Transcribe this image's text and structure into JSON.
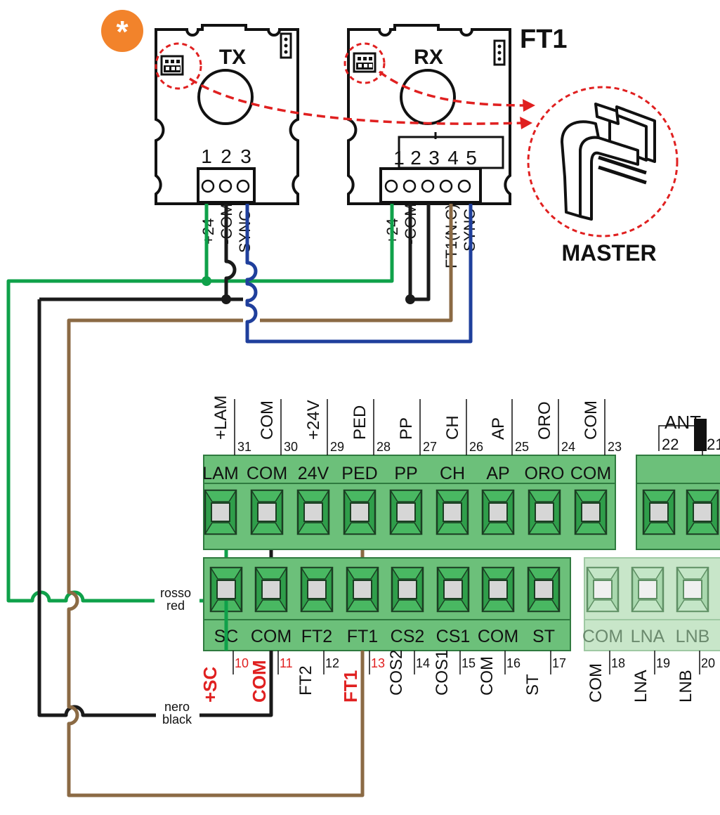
{
  "title": "FT1",
  "badge": "*",
  "tx": {
    "label": "TX",
    "terminal_numbers": [
      "1",
      "2",
      "3"
    ],
    "wire_labels": [
      "+24",
      "-COM",
      "SYNC"
    ]
  },
  "rx": {
    "label": "RX",
    "terminal_numbers": [
      "1",
      "2",
      "3",
      "4",
      "5"
    ],
    "wire_labels": [
      "+24",
      "-COM",
      "FT1(N.C)",
      "SYNC"
    ]
  },
  "master": {
    "label": "MASTER"
  },
  "ant": {
    "label": "ANT",
    "numbers": [
      "22",
      "21"
    ]
  },
  "top_block": {
    "above_labels": [
      "+LAM",
      "COM",
      "+24V",
      "PED",
      "PP",
      "CH",
      "AP",
      "ORO",
      "COM"
    ],
    "numbers": [
      "31",
      "30",
      "29",
      "28",
      "27",
      "26",
      "25",
      "24",
      "23"
    ],
    "face_labels": [
      "LAM",
      "COM",
      "24V",
      "PED",
      "PP",
      "CH",
      "AP",
      "ORO",
      "COM"
    ]
  },
  "bottom_block": {
    "face_labels": [
      "SC",
      "COM",
      "FT2",
      "FT1",
      "CS2",
      "CS1",
      "COM",
      "ST"
    ],
    "numbers": [
      "10",
      "11",
      "12",
      "13",
      "14",
      "15",
      "16",
      "17"
    ],
    "below_labels": [
      "+SC",
      "COM",
      "FT2",
      "FT1",
      "COS2",
      "COS1",
      "COM",
      "ST"
    ]
  },
  "pale_block": {
    "face_labels": [
      "COM",
      "LNA",
      "LNB"
    ],
    "numbers": [
      "18",
      "19",
      "20"
    ],
    "below_labels": [
      "COM",
      "LNA",
      "LNB"
    ]
  },
  "wire_notes": [
    {
      "line1": "rosso",
      "line2": "red"
    },
    {
      "line1": "nero",
      "line2": "black"
    }
  ],
  "colors": {
    "green_wire": "#0fa14a",
    "black_wire": "#1a1a1a",
    "brown_wire": "#8b6a44",
    "blue_wire": "#1f3f9c",
    "red_accent": "#e02020",
    "orange_badge": "#f2832b",
    "terminal_green": "#6cc07a"
  }
}
